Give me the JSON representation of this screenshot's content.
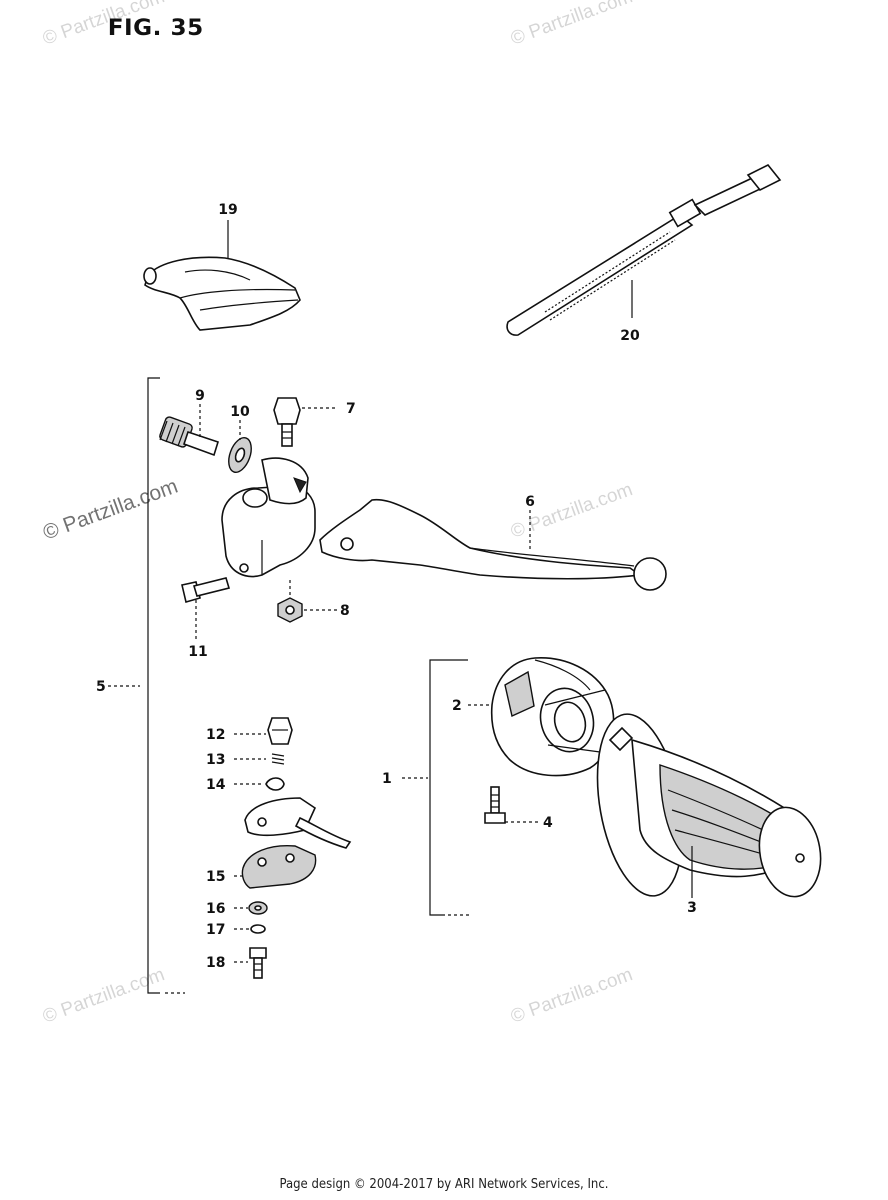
{
  "figure": {
    "title": "FIG. 35"
  },
  "footer": {
    "text": "Page design © 2004-2017 by ARI Network Services, Inc."
  },
  "watermark": {
    "text": "© Partzilla.com"
  },
  "callouts": [
    {
      "id": "1",
      "label": "1"
    },
    {
      "id": "2",
      "label": "2"
    },
    {
      "id": "3",
      "label": "3"
    },
    {
      "id": "4",
      "label": "4"
    },
    {
      "id": "5",
      "label": "5"
    },
    {
      "id": "6",
      "label": "6"
    },
    {
      "id": "7",
      "label": "7"
    },
    {
      "id": "8",
      "label": "8"
    },
    {
      "id": "9",
      "label": "9"
    },
    {
      "id": "10",
      "label": "10"
    },
    {
      "id": "11",
      "label": "11"
    },
    {
      "id": "12",
      "label": "12"
    },
    {
      "id": "13",
      "label": "13"
    },
    {
      "id": "14",
      "label": "14"
    },
    {
      "id": "15",
      "label": "15"
    },
    {
      "id": "16",
      "label": "16"
    },
    {
      "id": "17",
      "label": "17"
    },
    {
      "id": "18",
      "label": "18"
    },
    {
      "id": "19",
      "label": "19"
    },
    {
      "id": "20",
      "label": "20"
    }
  ]
}
